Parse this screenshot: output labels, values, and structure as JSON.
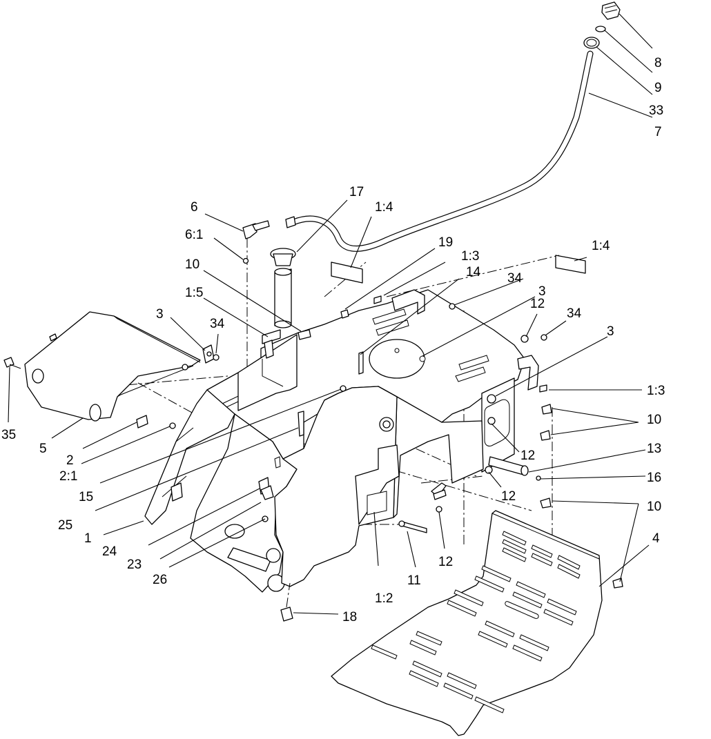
{
  "diagram": {
    "callouts": {
      "c8": "8",
      "c9": "9",
      "c33": "33",
      "c7": "7",
      "c17": "17",
      "c6": "6",
      "c6_1": "6:1",
      "c1_4a": "1:4",
      "c1_4b": "1:4",
      "c10a": "10",
      "c19": "19",
      "c1_3a": "1:3",
      "c14": "14",
      "c34a": "34",
      "c1_5": "1:5",
      "c3a": "3",
      "c34b": "34",
      "c3b": "3",
      "c12a": "12",
      "c34c": "34",
      "c3c": "3",
      "c1_3b": "1:3",
      "c10b": "10",
      "c35": "35",
      "c5": "5",
      "c2": "2",
      "c2_1": "2:1",
      "c12b": "12",
      "c13": "13",
      "c16": "16",
      "c12c": "12",
      "c15": "15",
      "c25": "25",
      "c10c": "10",
      "c1": "1",
      "c24": "24",
      "c4": "4",
      "c23": "23",
      "c12d": "12",
      "c26": "26",
      "c11": "11",
      "c1_2": "1:2",
      "c18": "18"
    }
  }
}
